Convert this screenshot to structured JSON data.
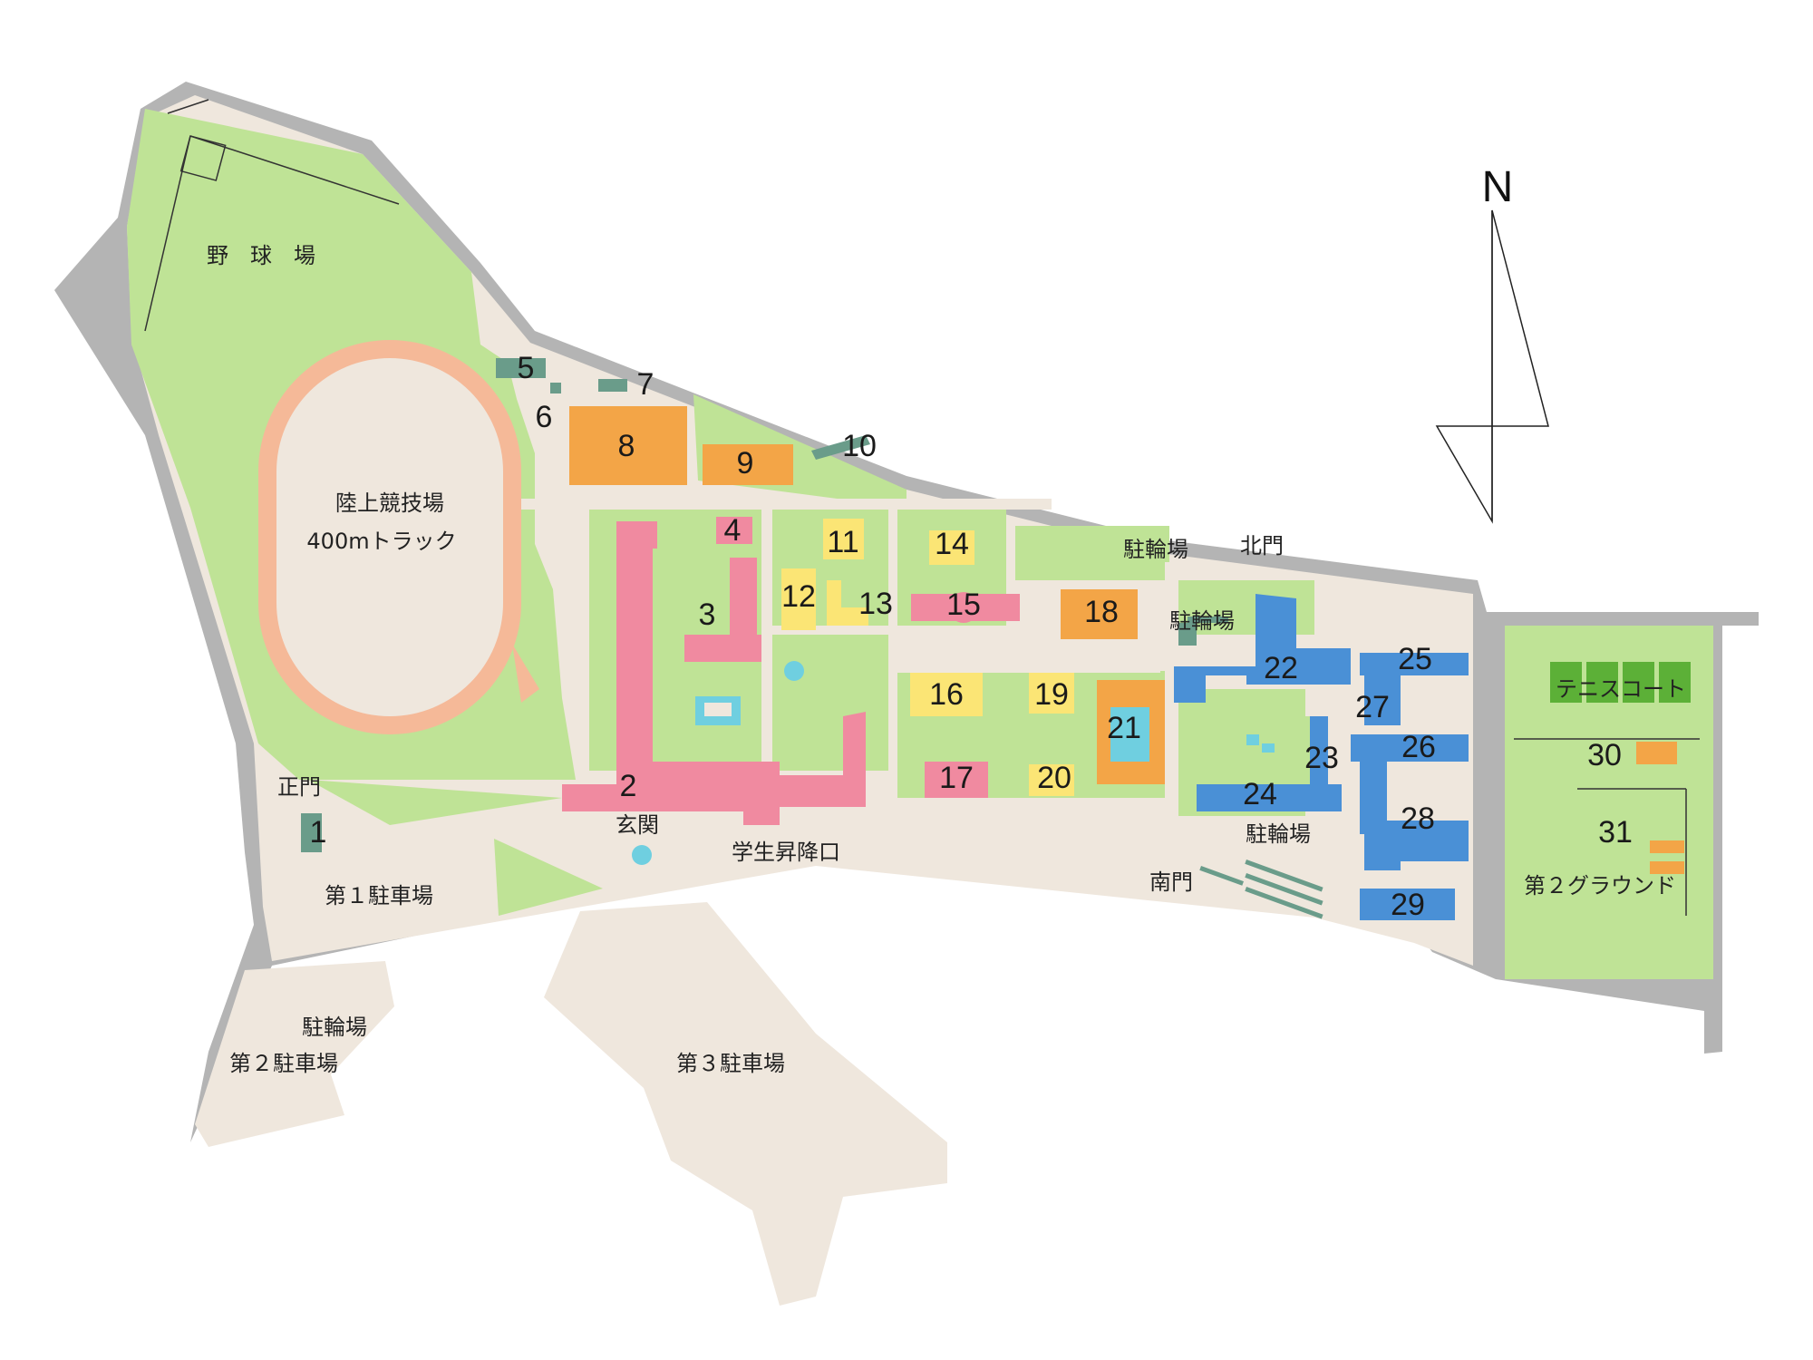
{
  "map": {
    "compass": "N",
    "colors": {
      "road": "#b4b4b4",
      "ground": "#efe7dd",
      "green": "#bfe396",
      "lane": "#e8dccd",
      "track": "#f5b998",
      "water": "#6fcfe0",
      "pink": "#f08aa0",
      "orange": "#f3a547",
      "yellow": "#fbe575",
      "blue": "#4a90d6",
      "teal": "#6a9c8a",
      "tennis": "#5cb037"
    },
    "buildings": [
      "1",
      "2",
      "3",
      "4",
      "5",
      "6",
      "7",
      "8",
      "9",
      "10",
      "11",
      "12",
      "13",
      "14",
      "15",
      "16",
      "17",
      "18",
      "19",
      "20",
      "21",
      "22",
      "23",
      "24",
      "25",
      "26",
      "27",
      "28",
      "29",
      "30",
      "31"
    ],
    "places": {
      "baseball": "野　球　場",
      "track_line1": "陸上競技場",
      "track_line2": "400mトラック",
      "main_gate": "正門",
      "entrance": "玄関",
      "student_entrance": "学生昇降口",
      "parking1": "第１駐車場",
      "bike_parking_sw": "駐輪場",
      "parking2": "第２駐車場",
      "parking3": "第３駐車場",
      "bike_parking_n": "駐輪場",
      "north_gate": "北門",
      "bike_parking_mid": "駐輪場",
      "bike_parking_s": "駐輪場",
      "south_gate": "南門",
      "tennis_court": "テニスコート",
      "ground2": "第２グラウンド"
    }
  }
}
